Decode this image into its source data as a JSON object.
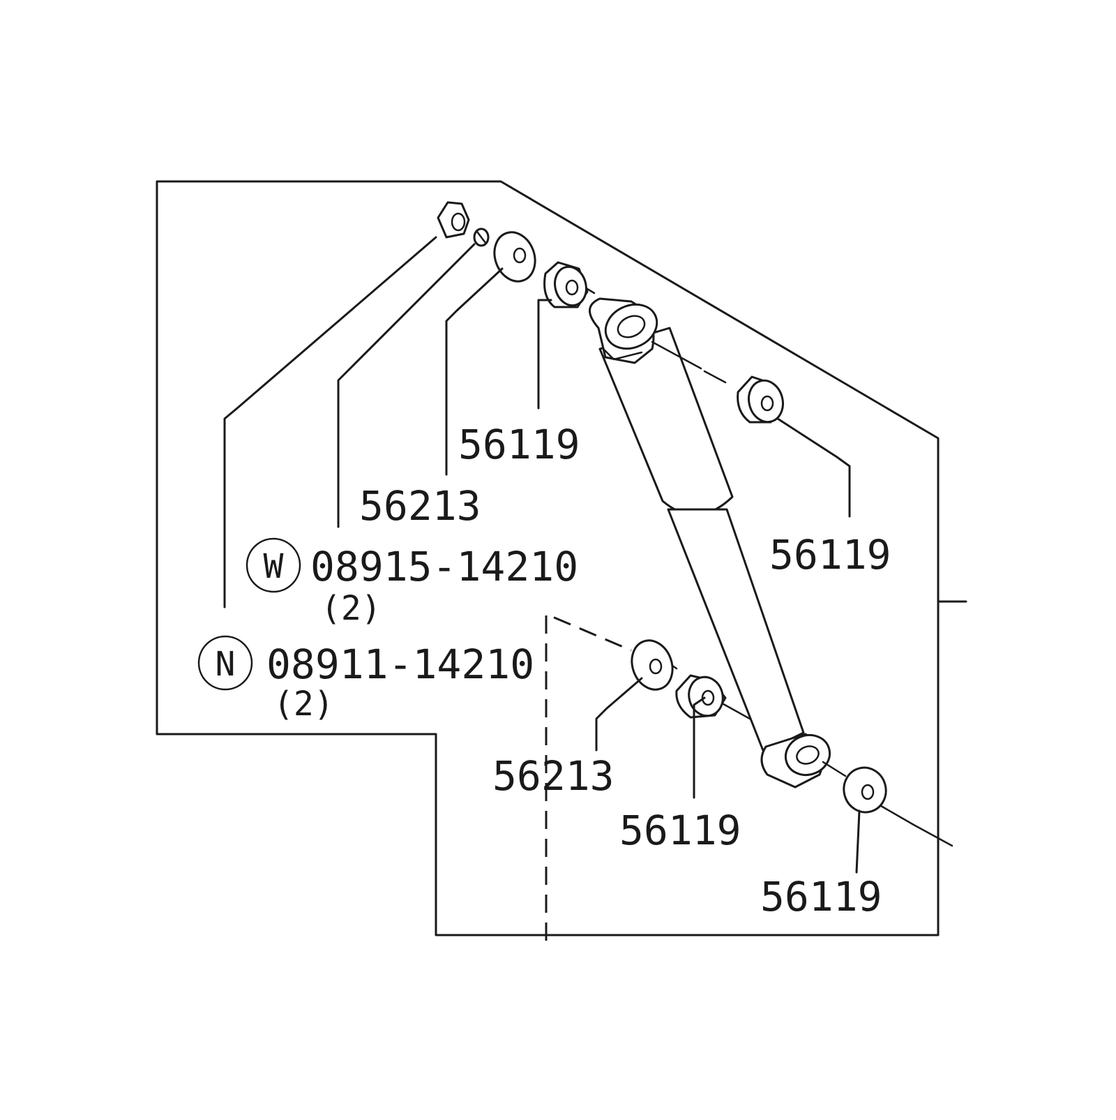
{
  "callouts": {
    "upper_bushing_outer": "56119",
    "upper_washer": "56213",
    "upper_bushing_inner": "56119",
    "lower_washer": "56213",
    "lower_bushing_outer": "56119",
    "lower_bushing_inner": "56119"
  },
  "washer_part": {
    "symbol": "W",
    "number": "08915-14210",
    "qty": "(2)"
  },
  "nut_part": {
    "symbol": "N",
    "number": "08911-14210",
    "qty": "(2)"
  }
}
